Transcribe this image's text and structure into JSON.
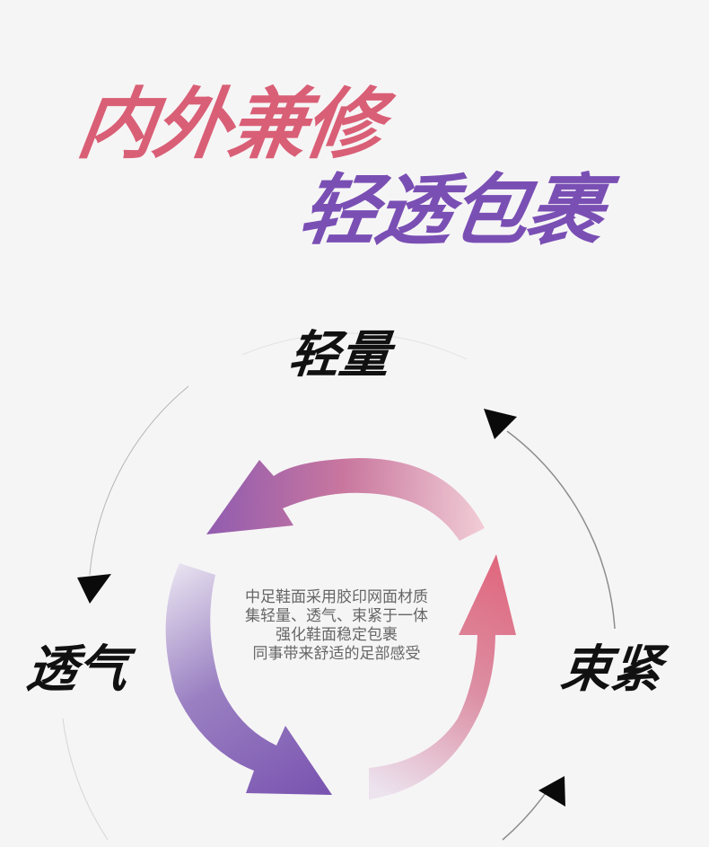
{
  "headline": {
    "line1": "内外兼修",
    "line2": "轻透包裹"
  },
  "features": {
    "top": "轻量",
    "left": "透气",
    "right": "束紧"
  },
  "description": {
    "lines": [
      "中足鞋面采用胶印网面材质",
      "集轻量、透气、束紧于一体",
      "强化鞋面稳定包裹",
      "同事带来舒适的足部感受"
    ]
  },
  "colors": {
    "accent_pink": "#d95f76",
    "accent_purple": "#7a4fb4",
    "background": "#f6f5f6"
  }
}
